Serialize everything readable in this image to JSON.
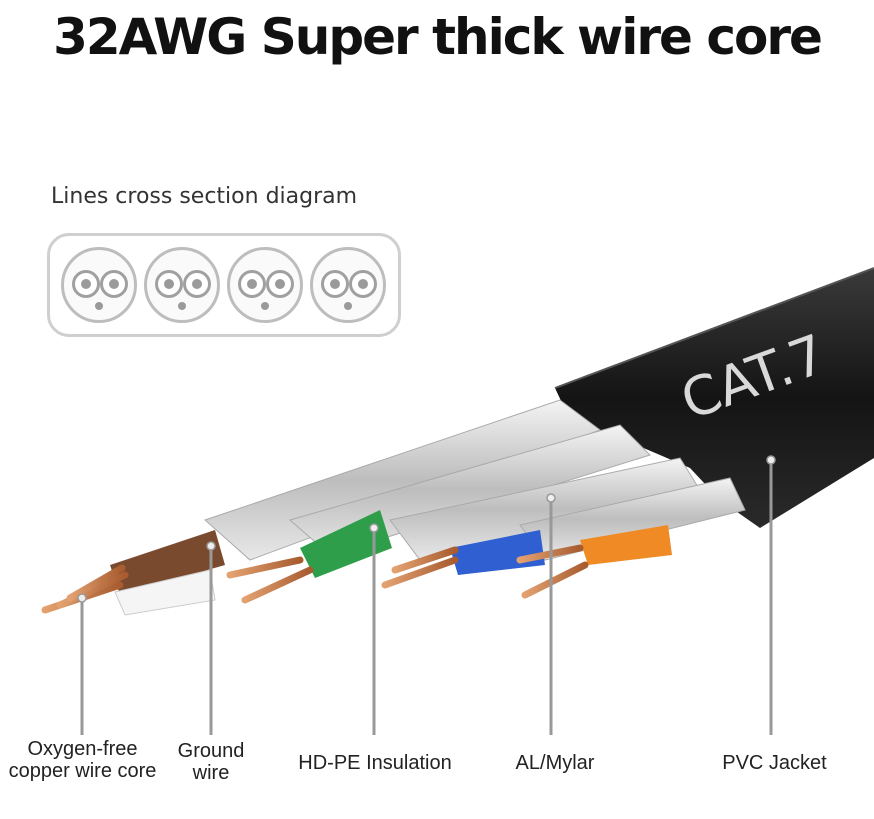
{
  "title": "32AWG Super thick wire core",
  "diagram": {
    "label": "Lines cross section diagram",
    "pairs": 4
  },
  "cable": {
    "jacket_text": "CAT.7"
  },
  "callouts": {
    "copper_line1": "Oxygen-free",
    "copper_line2": "copper wire core",
    "ground_line1": "Ground",
    "ground_line2": "wire",
    "hdpe": "HD-PE  Insulation",
    "mylar": "AL/Mylar",
    "jacket": "PVC Jacket"
  },
  "colors": {
    "jacket": "#1c1c1c",
    "brown": "#7a4a2e",
    "green": "#2e9e4a",
    "blue": "#2f5fd0",
    "orange": "#f08a24",
    "copper": "#c47a4a",
    "foil": "#d8d8d8"
  }
}
